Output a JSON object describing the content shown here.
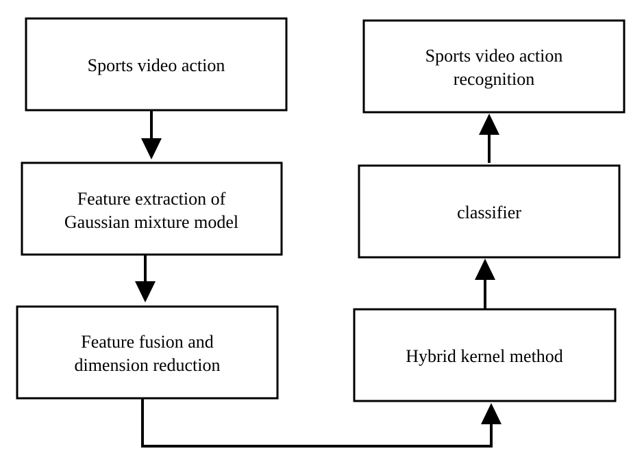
{
  "nodes": {
    "sports_video_action": {
      "lines": [
        "Sports video action"
      ]
    },
    "feature_extraction": {
      "lines": [
        "Feature extraction of",
        "Gaussian mixture model"
      ]
    },
    "feature_fusion": {
      "lines": [
        "Feature fusion and",
        "dimension reduction"
      ]
    },
    "hybrid_kernel": {
      "lines": [
        "Hybrid kernel method"
      ]
    },
    "classifier": {
      "lines": [
        "classifier"
      ]
    },
    "recognition": {
      "lines": [
        "Sports video action",
        "recognition"
      ]
    }
  }
}
